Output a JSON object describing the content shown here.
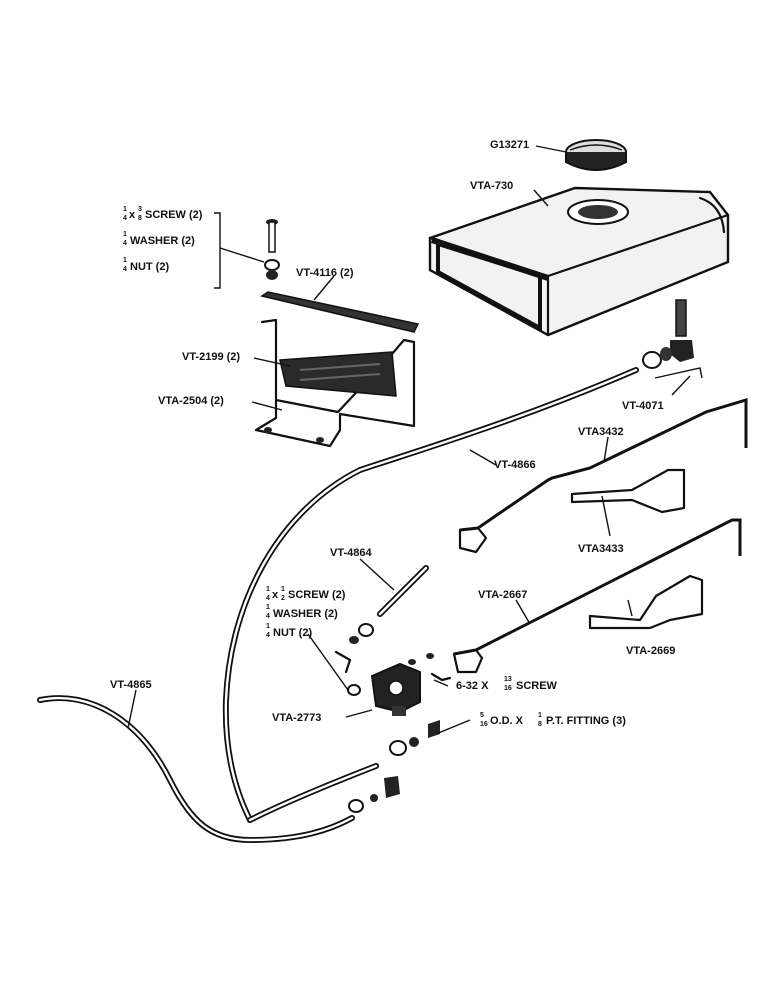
{
  "labels": {
    "cap": "G13271",
    "tank": "VTA-730",
    "screw_a_size": "x",
    "screw_a_desc": "SCREW (2)",
    "washer_a": "WASHER (2)",
    "nut_a": "NUT (2)",
    "strip": "VT-4116 (2)",
    "pad": "VT-2199 (2)",
    "bracket": "VTA-2504 (2)",
    "elbow": "VT-4071",
    "rod_upper": "VTA3432",
    "tube_main": "VT-4866",
    "clip_upper": "VTA3433",
    "tube_short": "VT-4864",
    "screw_b_size": "x",
    "screw_b_desc": "SCREW (2)",
    "washer_b": "WASHER (2)",
    "nut_b": "NUT (2)",
    "rod_lower": "VTA-2667",
    "clip_lower": "VTA-2669",
    "tube_long": "VT-4865",
    "pump_screw_prefix": "6-32 X",
    "pump_screw_desc": "SCREW",
    "pump": "VTA-2773",
    "fitting_od": "O.D. X",
    "fitting_desc": "P.T. FITTING (3)"
  },
  "fractions": {
    "screw_a_w": [
      "1",
      "4"
    ],
    "screw_a_l": [
      "3",
      "8"
    ],
    "washer_a": [
      "1",
      "4"
    ],
    "nut_a": [
      "1",
      "4"
    ],
    "screw_b_w": [
      "1",
      "4"
    ],
    "screw_b_l": [
      "1",
      "2"
    ],
    "washer_b": [
      "1",
      "4"
    ],
    "nut_b": [
      "1",
      "4"
    ],
    "pump_screw": [
      "13",
      "16"
    ],
    "fitting_od": [
      "5",
      "16"
    ],
    "fitting_pt": [
      "1",
      "8"
    ]
  }
}
